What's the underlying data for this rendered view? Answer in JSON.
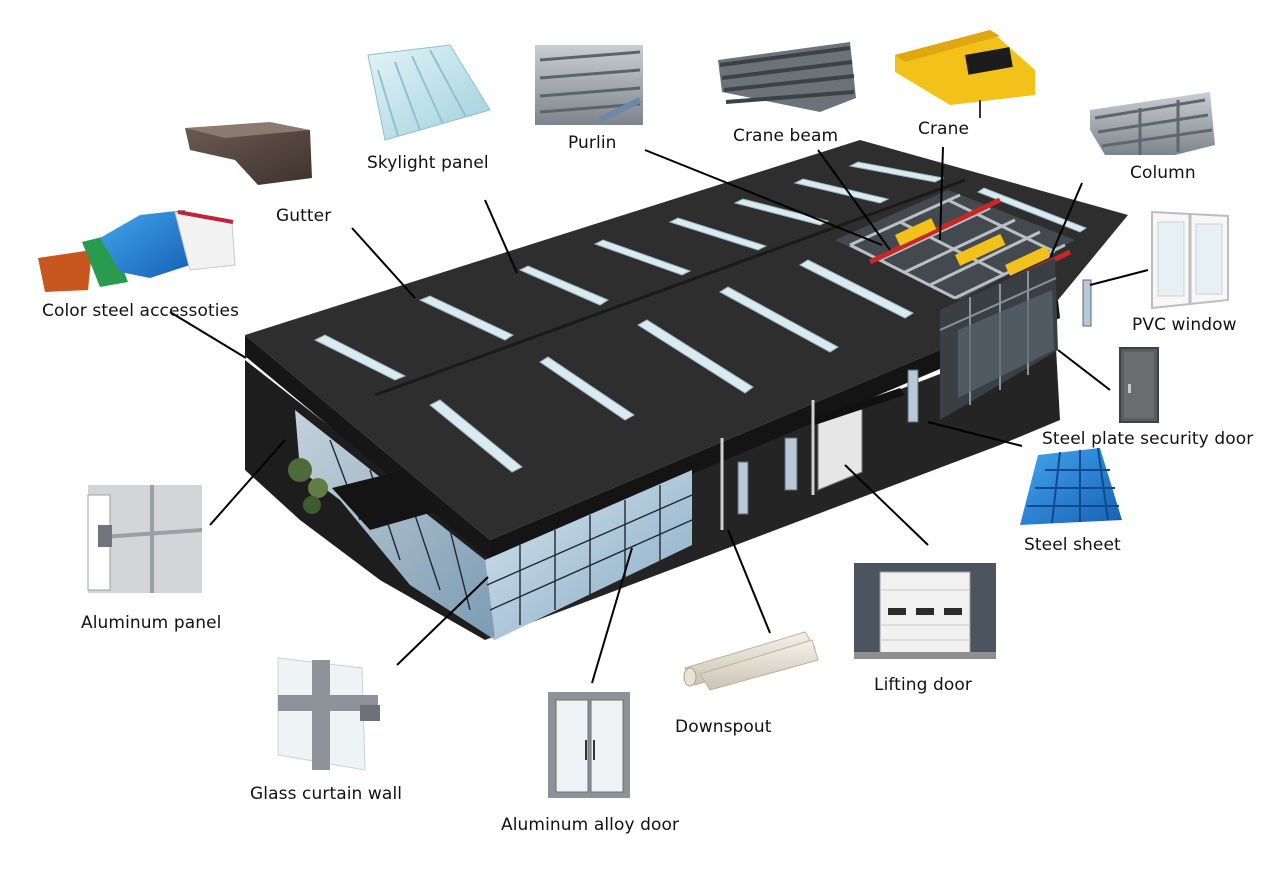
{
  "labels": {
    "gutter": "Gutter",
    "skylight_panel": "Skylight panel",
    "purlin": "Purlin",
    "crane_beam": "Crane beam",
    "crane": "Crane",
    "column": "Column",
    "color_steel_accessories": "Color steel accessoties",
    "pvc_window": "PVC window",
    "steel_plate_security_door": "Steel plate security door",
    "steel_sheet": "Steel sheet",
    "lifting_door": "Lifting door",
    "downspout": "Downspout",
    "aluminum_alloy_door": "Aluminum alloy door",
    "glass_curtain_wall": "Glass curtain wall",
    "aluminum_panel": "Aluminum panel"
  },
  "colors": {
    "building_roof": "#2b2b2b",
    "building_wall": "#1e1e1e",
    "skylight": "#cfe3ea",
    "glass": "#a8c8dc",
    "crane_yellow": "#f2c21b",
    "steel_sheet_blue": "#1f7fd1",
    "beam_red": "#c62828",
    "leader_line": "#000000"
  }
}
